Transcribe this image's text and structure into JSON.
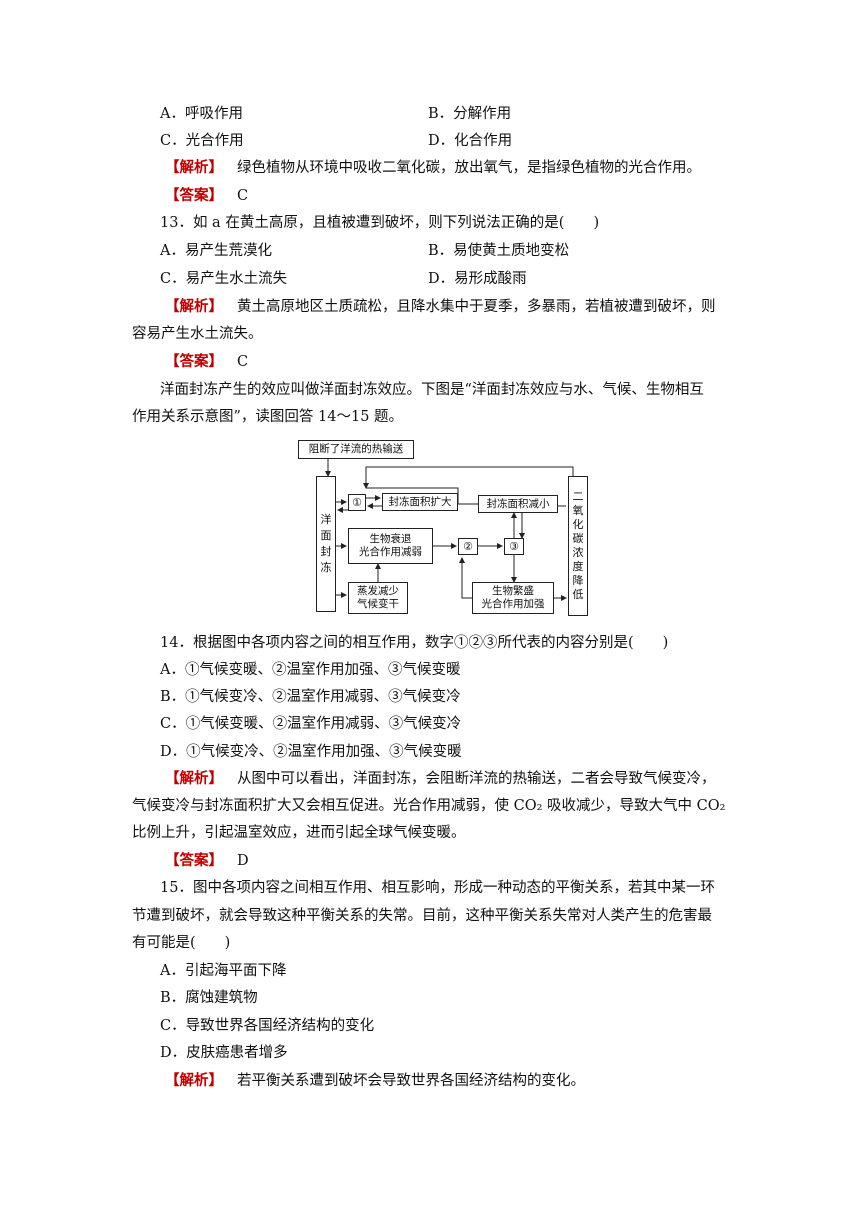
{
  "q12": {
    "optA": "A．呼吸作用",
    "optB": "B．分解作用",
    "optC": "C．光合作用",
    "optD": "D．化合作用",
    "analysis_tag": "【解析】",
    "analysis": "绿色植物从环境中吸收二氧化碳，放出氧气，是指绿色植物的光合作用。",
    "answer_tag": "【答案】",
    "answer": "C"
  },
  "q13": {
    "stem": "13．如 a 在黄土高原，且植被遭到破坏，则下列说法正确的是(　　)",
    "optA": "A．易产生荒漠化",
    "optB": "B．易使黄土质地变松",
    "optC": "C．易产生水土流失",
    "optD": "D．易形成酸雨",
    "analysis_tag": "【解析】",
    "analysis_line1": "黄土高原地区土质疏松，且降水集中于夏季，多暴雨，若植被遭到破坏，则",
    "analysis_line2": "容易产生水土流失。",
    "answer_tag": "【答案】",
    "answer": "C"
  },
  "intro": {
    "line1": "洋面封冻产生的效应叫做洋面封冻效应。下图是“洋面封冻效应与水、气候、生物相互",
    "line2": "作用关系示意图”，读图回答 14～15 题。"
  },
  "diagram": {
    "top_box": "阻断了洋流的热输送",
    "left_col": [
      "洋",
      "面",
      "封",
      "冻"
    ],
    "right_col": [
      "二",
      "氧",
      "化",
      "碳",
      "浓",
      "度",
      "降",
      "低"
    ],
    "c1": "①",
    "c2": "②",
    "c3": "③",
    "freeze_expand": "封冻面积扩大",
    "freeze_shrink": "封冻面积减小",
    "bio_decline_1": "生物衰退",
    "bio_decline_2": "光合作用减弱",
    "evap_1": "蒸发减少",
    "evap_2": "气候变干",
    "bio_thrive_1": "生物繁盛",
    "bio_thrive_2": "光合作用加强"
  },
  "q14": {
    "stem": "14．根据图中各项内容之间的相互作用，数字①②③所代表的内容分别是(　　)",
    "optA": "A．①气候变暖、②温室作用加强、③气候变暖",
    "optB": "B．①气候变冷、②温室作用减弱、③气候变冷",
    "optC": "C．①气候变暖、②温室作用减弱、③气候变冷",
    "optD": "D．①气候变冷、②温室作用加强、③气候变暖",
    "analysis_tag": "【解析】",
    "analysis_line1": "从图中可以看出，洋面封冻，会阻断洋流的热输送，二者会导致气候变冷，",
    "analysis_line2": "气候变冷与封冻面积扩大又会相互促进。光合作用减弱，使 CO₂ 吸收减少，导致大气中 CO₂",
    "analysis_line3": "比例上升，引起温室效应，进而引起全球气候变暖。",
    "answer_tag": "【答案】",
    "answer": "D"
  },
  "q15": {
    "stem_line1": "15．图中各项内容之间相互作用、相互影响，形成一种动态的平衡关系，若其中某一环",
    "stem_line2": "节遭到破坏，就会导致这种平衡关系的失常。目前，这种平衡关系失常对人类产生的危害最",
    "stem_line3": "有可能是(　　)",
    "optA": "A．引起海平面下降",
    "optB": "B．腐蚀建筑物",
    "optC": "C．导致世界各国经济结构的变化",
    "optD": "D．皮肤癌患者增多",
    "analysis_tag": "【解析】",
    "analysis": "若平衡关系遭到破坏会导致世界各国经济结构的变化。"
  }
}
